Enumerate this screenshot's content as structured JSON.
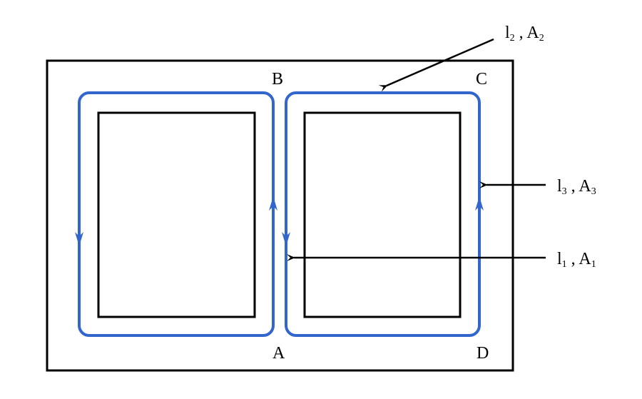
{
  "colors": {
    "flux": "#3366cc",
    "frame": "#000000"
  },
  "corners": {
    "b": "B",
    "c": "C",
    "a": "A",
    "d": "D"
  },
  "callouts": [
    {
      "l": "l",
      "l_sub": "2",
      "sep": " , ",
      "a": "A",
      "a_sub": "2"
    },
    {
      "l": "l",
      "l_sub": "3",
      "sep": " , ",
      "a": "A",
      "a_sub": "3"
    },
    {
      "l": "l",
      "l_sub": "1",
      "sep": " , ",
      "a": "A",
      "a_sub": "1"
    }
  ]
}
